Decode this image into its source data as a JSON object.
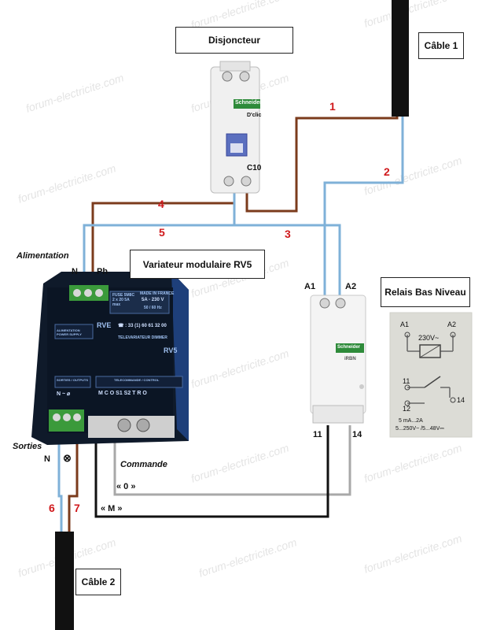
{
  "watermark": "forum-electricite.com",
  "labels": {
    "disjoncteur": "Disjoncteur",
    "cable1": "Câble 1",
    "cable2": "Câble 2",
    "variateur": "Variateur modulaire RV5",
    "relais": "Relais Bas Niveau",
    "alimentation": "Alimentation",
    "sorties": "Sorties",
    "commande": "Commande",
    "N_top": "N",
    "Ph": "Ph",
    "N_bottom": "N",
    "A1": "A1",
    "A2": "A2",
    "t11": "11",
    "t14": "14",
    "zero": "« 0 »",
    "M": "« M »"
  },
  "wire_numbers": [
    "1",
    "2",
    "3",
    "4",
    "5",
    "6",
    "7"
  ],
  "breaker": {
    "brand": "Schneider",
    "model": "C10",
    "sub": "D'clic"
  },
  "dimmer": {
    "brand_code": "RVE",
    "phone": "☎ : 33 (1) 60 61 32 00",
    "type": "TELEVARIATEUR DIMMER",
    "model": "RV5",
    "rating": "5A - 230 V",
    "freq": "50 / 60 Hz",
    "fuse": "FUSE 5M8C 2 x 20 5A max",
    "made": "MADE IN FRANCE",
    "supply": "ALIMENTATION POWER SUPPLY",
    "outputs": "SORTIES / OUTPUTS",
    "control": "TELECOMMANDE / CONTROL",
    "terminals_out": "N  ~  ⌀",
    "terminals_ctl": "M C O   S1   S2   T R O"
  },
  "relay": {
    "brand": "Schneider",
    "model": "iRBN"
  },
  "schematic": {
    "A1": "A1",
    "A2": "A2",
    "coil": "230V~",
    "c11": "11",
    "c12": "12",
    "c14": "14",
    "spec1": "5 mA...2A",
    "spec2": "5...250V~ /5...48V⎓"
  },
  "colors": {
    "brown": "#7b3b1c",
    "blue": "#7fb1d8",
    "grey": "#a8a8a8",
    "black": "#111111",
    "red": "#d0191c"
  }
}
